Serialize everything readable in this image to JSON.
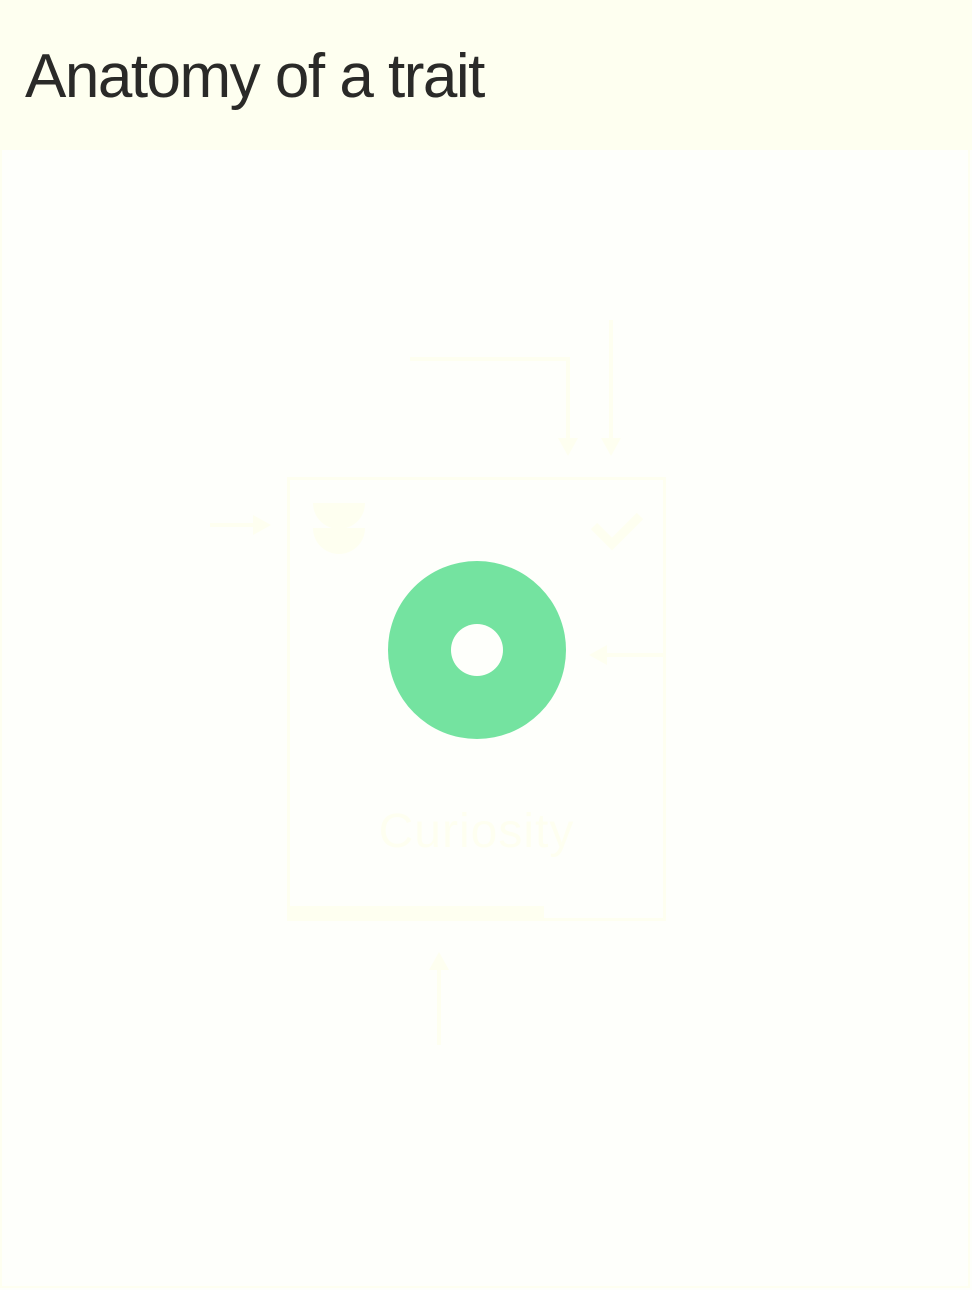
{
  "header": {
    "title": "Anatomy of a trait"
  },
  "trait_card": {
    "label": "Curiosity",
    "progress_fraction": 0.68,
    "top_left_icon": "stacked-half-circles-icon",
    "top_right_icon": "checkmark-icon",
    "center_icon": "ring-icon"
  },
  "annotations": {
    "arrows": [
      {
        "name": "arrow-top-elbow",
        "direction": "down",
        "target": "card-top"
      },
      {
        "name": "arrow-top-straight",
        "direction": "down",
        "target": "card-top"
      },
      {
        "name": "arrow-left",
        "direction": "right",
        "target": "top-left-icon"
      },
      {
        "name": "arrow-right",
        "direction": "left",
        "target": "center-ring"
      },
      {
        "name": "arrow-bottom",
        "direction": "up",
        "target": "progress-bar"
      }
    ]
  },
  "colors": {
    "header_bg": "#fefff0",
    "title_text": "#2a2a28",
    "ring": "#74e3a0",
    "faint_annotation": "#fefff0",
    "page_bg": "#fefffb"
  }
}
